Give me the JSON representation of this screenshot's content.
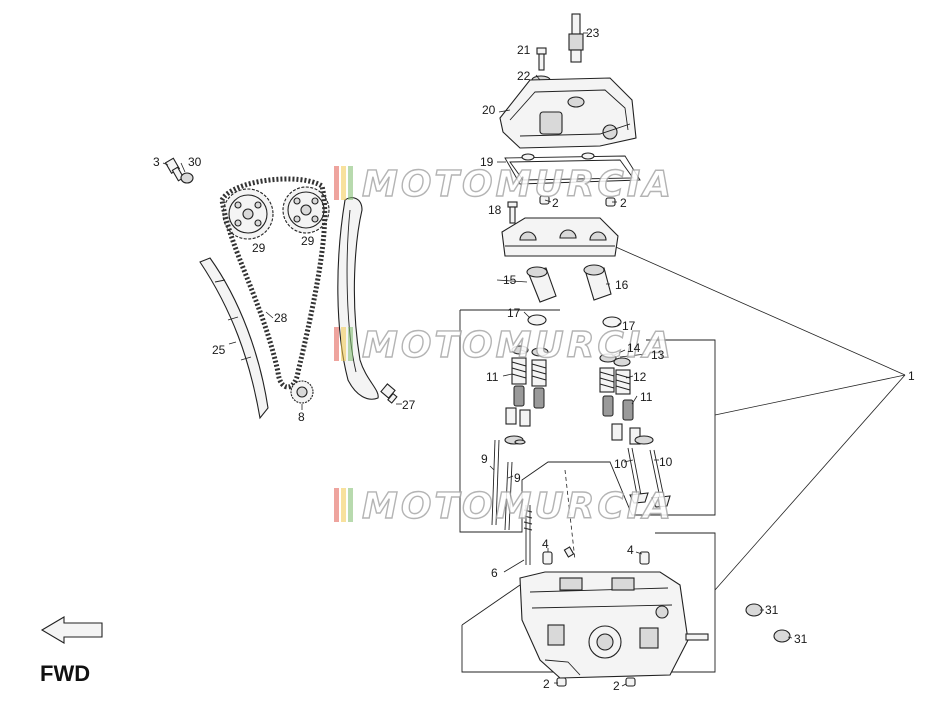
{
  "diagram": {
    "callouts": {
      "c1": "1",
      "c2a": "2",
      "c2b": "2",
      "c2c": "2",
      "c2d": "2",
      "c3": "3",
      "c4a": "4",
      "c4b": "4",
      "c6": "6",
      "c8": "8",
      "c9a": "9",
      "c9b": "9",
      "c10a": "10",
      "c10b": "10",
      "c11a": "11",
      "c11b": "11",
      "c12": "12",
      "c13": "13",
      "c14": "14",
      "c15": "15",
      "c16": "16",
      "c17a": "17",
      "c17b": "17",
      "c18": "18",
      "c19": "19",
      "c20": "20",
      "c21": "21",
      "c22": "22",
      "c23": "23",
      "c25": "25",
      "c27": "27",
      "c28": "28",
      "c29a": "29",
      "c29b": "29",
      "c30": "30",
      "c31a": "31",
      "c31b": "31"
    },
    "watermark": "MOTOMURCIA",
    "direction_label": "FWD",
    "colors": {
      "line": "#222222",
      "part_fill": "#f4f4f4",
      "watermark_stripe_red": "#e05a4f",
      "watermark_stripe_yellow": "#f2c94c",
      "watermark_stripe_green": "#7dbb6b"
    }
  }
}
